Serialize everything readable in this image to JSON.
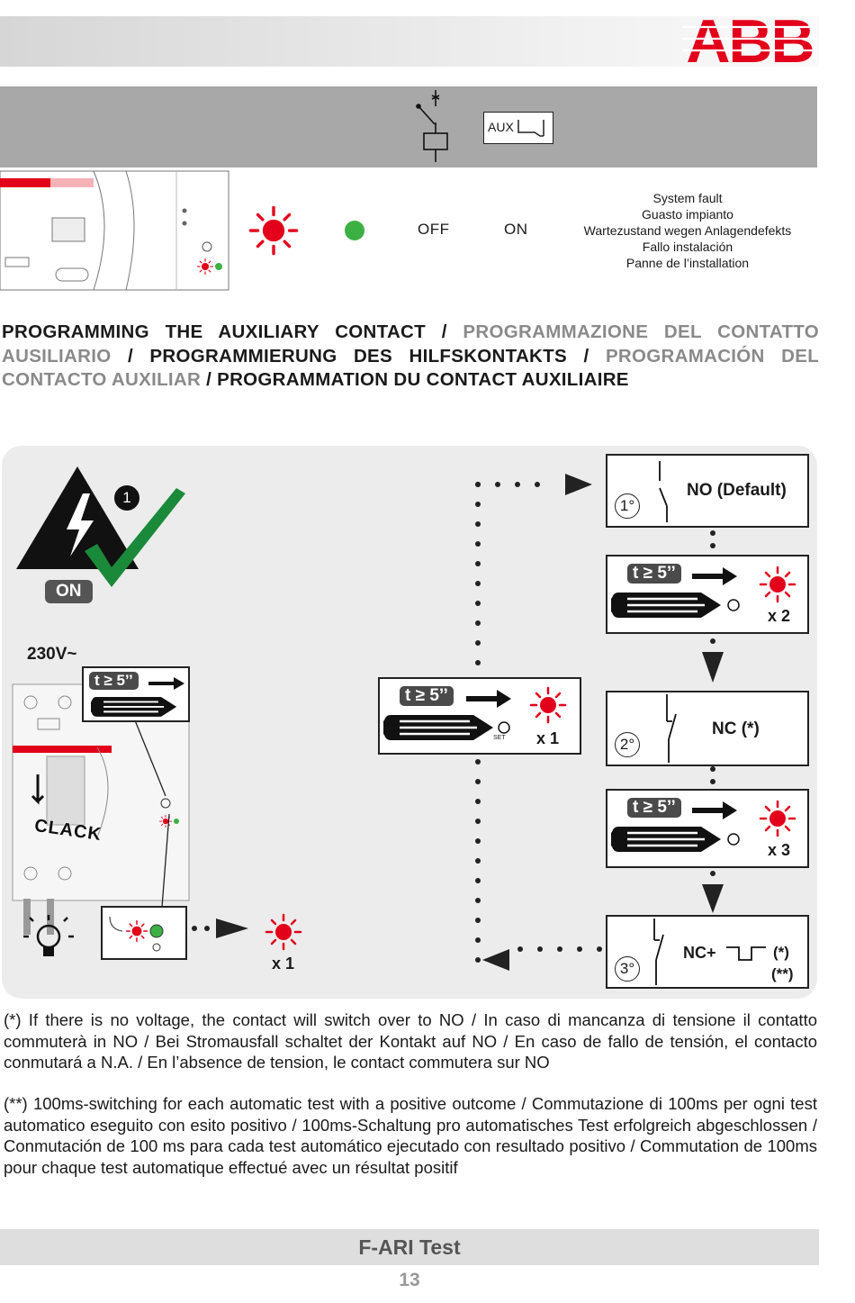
{
  "brand": {
    "logo_text": "ABB",
    "color": "#e2001a"
  },
  "aux_label": "AUX",
  "legend": {
    "off": "OFF",
    "on": "ON",
    "led_red": "#e2001a",
    "led_green": "#3cb043"
  },
  "fault_lines": [
    "System fault",
    "Guasto impianto",
    "Wartezustand wegen Anlagendefekts",
    "Fallo instalación",
    "Panne de l’installation"
  ],
  "title": {
    "en": "PROGRAMMING THE AUXILIARY CONTACT",
    "it": "PROGRAMMAZIONE DEL CONTATTO AUSILIARIO",
    "de": "PROGRAMMIERUNG DES HILFSKONTAKTS",
    "es": "PROGRAMACIÓN DEL CONTACTO AUXILIAR",
    "fr": "PROGRAMMATION DU CONTACT AUXILIAIRE",
    "sep": "/"
  },
  "diagram": {
    "step_number": "1",
    "on_badge": "ON",
    "voltage": "230V~",
    "press_time": "t ≥ 5’’",
    "clack": "CLACK",
    "set": "SET",
    "blink_x1": "x 1",
    "blink_x2": "x 2",
    "blink_x3": "x 3",
    "states": [
      {
        "num": "1°",
        "label": "NO (Default)"
      },
      {
        "num": "2°",
        "label": "NC (*)"
      },
      {
        "num": "3°",
        "label": "NC+",
        "marks": [
          "(*)",
          "(**)"
        ]
      }
    ]
  },
  "notes": {
    "n1": "(*) If there is no voltage, the contact will switch over to NO / In caso di mancanza di tensione il contatto commuterà in NO / Bei Stromausfall schaltet der Kontakt auf NO / En caso de fallo de tensión, el contacto conmutará a N.A. / En l’absence de tension, le contact commutera sur NO",
    "n2": "(**) 100ms-switching for each automatic test with a positive outcome / Commutazione di 100ms per ogni test automatico eseguito con esito positivo / 100ms-Schaltung pro automatisches Test erfolgreich abgeschlossen / Conmutación de 100 ms para cada test automático ejecutado con resultado positivo / Commutation de 100ms pour chaque test automatique effectué avec un résultat positif"
  },
  "footer": {
    "title": "F-ARI Test",
    "page": "13"
  }
}
